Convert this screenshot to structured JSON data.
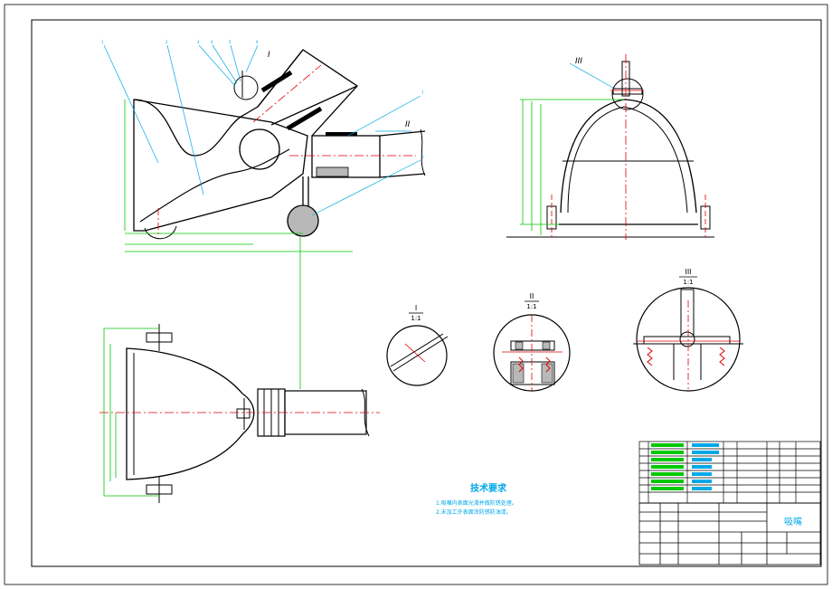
{
  "drawing": {
    "title_cn": "吸嘴",
    "tech_req_title": "技术要求",
    "tech_req": [
      "1.吸嘴内表面光滑并做防锈处理。",
      "2.未加工外表面涂防锈防油漆。"
    ],
    "section_labels": {
      "i": "I",
      "ii": "II",
      "iii": "III",
      "scale": "1:1"
    },
    "colors": {
      "outline": "#000000",
      "dimension": "#00c800",
      "leader": "#00a8e8",
      "center_line": "#e00000",
      "spring": "#e00000",
      "text": "#00a8e8",
      "hatch_fill": "#b8b8b8"
    }
  }
}
